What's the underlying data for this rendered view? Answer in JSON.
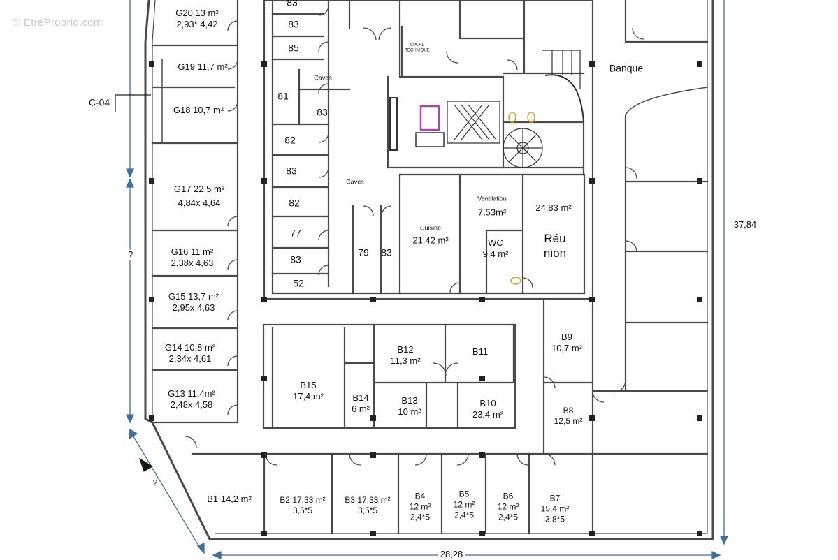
{
  "watermark": "© EtreProprio.com",
  "section_marker": "C-04",
  "dimensions": {
    "height_total": "37,84",
    "width_total": "28,28",
    "unknown_left": "?",
    "unknown_diag": "?"
  },
  "rooms": {
    "banque": "Banque",
    "caves_1": "Caves",
    "caves_2": "Caves",
    "local_technique": [
      "LOCAL",
      "TECHNIQUE"
    ],
    "ventilation": [
      "Ventilation",
      "7,53m²"
    ],
    "cuisine": [
      "Cuisine",
      "21,42 m²"
    ],
    "wc": [
      "WC",
      "9,4 m²"
    ],
    "reunion_area": "24,83 m²",
    "reunion": [
      "Réu",
      "nion"
    ],
    "cave_83_a": "83",
    "cave_83_b": "83",
    "cave_85": "85",
    "cave_81": "81",
    "cave_83_c": "83",
    "cave_82_a": "82",
    "cave_83_d": "83",
    "cave_82_b": "82",
    "cave_77": "77",
    "cave_83_e": "83",
    "cave_52": "52",
    "cave_79": "79",
    "cave_83_f": "83",
    "g20": [
      "G20 13 m²",
      "2,93* 4,42"
    ],
    "g19": "G19 11,7 m²",
    "g18": "G18 10,7 m²",
    "g17": [
      "G17 22,5 m²",
      "4,84x 4,64"
    ],
    "g16": [
      "G16 11 m²",
      "2,38x 4,63"
    ],
    "g15": [
      "G15 13,7 m²",
      "2,95x 4,63"
    ],
    "g14": [
      "G14 10,8 m²",
      "2,34x 4,61"
    ],
    "g13": [
      "G13 11,4m²",
      "2,48x 4,58"
    ],
    "b15": [
      "B15",
      "17,4 m²"
    ],
    "b14": [
      "B14",
      "6 m²"
    ],
    "b12": [
      "B12",
      "11,3 m²"
    ],
    "b11": "B11",
    "b13": [
      "B13",
      "10 m²"
    ],
    "b10": [
      "B10",
      "23,4 m²"
    ],
    "b9": [
      "B9",
      "10,7 m²"
    ],
    "b8": [
      "B8",
      "12,5 m²"
    ],
    "b1": "B1 14,2 m²",
    "b2": [
      "B2 17,33 m²",
      "3,5*5"
    ],
    "b3": [
      "B3 17,33 m²",
      "3,5*5"
    ],
    "b4": [
      "B4",
      "12 m²",
      "2,4*5"
    ],
    "b5": [
      "B5",
      "12 m²",
      "2,4*5"
    ],
    "b6": [
      "B6",
      "12 m²",
      "2,4*5"
    ],
    "b7": [
      "B7",
      "15,4 m²",
      "3,8*5"
    ]
  },
  "colors": {
    "wall": "#4a4a4a",
    "wall_fill": "#8a8a8a",
    "dimension": "#3d6fa5",
    "toilet": "#d9a520",
    "elevator": "#b040b0"
  }
}
